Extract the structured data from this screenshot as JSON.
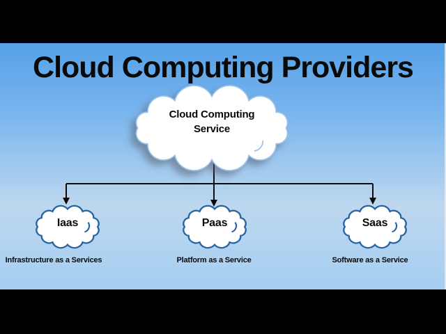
{
  "slide": {
    "title": "Cloud Computing Providers"
  },
  "diagram": {
    "root": {
      "line1": "Cloud Computing",
      "line2": "Service"
    },
    "children": [
      {
        "label": "Iaas",
        "caption": "Infrastructure as a Services"
      },
      {
        "label": "Paas",
        "caption": "Platform as a Service"
      },
      {
        "label": "Saas",
        "caption": "Software as a Service"
      }
    ]
  },
  "colors": {
    "sky_top": "#55a1e8",
    "sky_mid": "#bdd7ee",
    "sky_bottom": "#a5cef2",
    "letterbox": "#000000",
    "cloud_fill": "#ffffff",
    "child_cloud_outline": "#2563a3",
    "root_cloud_outline": "#9cc3e8",
    "connector": "#0b0b0b",
    "text": "#0a0a0a"
  }
}
